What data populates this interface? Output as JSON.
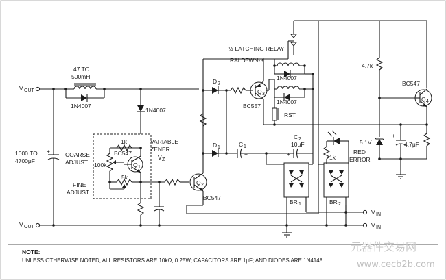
{
  "labels": {
    "vout": "V",
    "vout_sub": "OUT",
    "vin": "V",
    "vin_sub": "IN",
    "inductor_value": "47 TO",
    "inductor_value2": "500mH",
    "d_1n4007_a": "1N4007",
    "d_1n4007_b": "1N4007",
    "cap_big": "1000 TO",
    "cap_big2": "4700μF",
    "coarse": "COARSE",
    "adjust": "ADJUST",
    "fine": "FINE",
    "adjust2": "ADJUST",
    "r_1k_a": "1k",
    "q1_type": "BC547",
    "q1": "Q",
    "q1_sub": "1",
    "pot_100k": "100k",
    "pot_5k": "5k",
    "variable": "VARIABLE",
    "zener": "ZENER",
    "vz": "V",
    "vz_sub": "Z",
    "q2": "Q",
    "q2_sub": "2",
    "q2_type": "BC547",
    "d2": "D",
    "d2_sub": "2",
    "d1": "D",
    "d1_sub": "1",
    "q3": "Q",
    "q3_sub": "3",
    "q3_type": "BC557",
    "relay": "½ LATCHING RELAY",
    "relay_part": "RALD5WN-K",
    "d_1n4007_c": "1N4007",
    "d_1n4007_d": "1N4007",
    "rst": "RST",
    "c1": "C",
    "c1_sub": "1",
    "c2": "C",
    "c2_sub": "2",
    "c2_val": "10μF",
    "r_1k_b": "1k",
    "red": "RED",
    "error": "ERROR",
    "br1": "BR",
    "br1_sub": "1",
    "br2": "BR",
    "br2_sub": "2",
    "r_4k7": "4.7k",
    "q4_type": "BC547",
    "q4": "Q",
    "q4_sub": "4",
    "zener_5v1": "5.1V",
    "cap_4u7": "4.7μF",
    "plus": "+"
  },
  "note": {
    "heading": "NOTE:",
    "text": "UNLESS OTHERWISE NOTED, ALL RESISTORS ARE 10kΩ, 0.25W; CAPACITORS ARE 1μF; AND DIODES ARE 1N4148."
  },
  "watermark": {
    "cn": "元器件交易网",
    "url": "www.cecb2b.com"
  }
}
